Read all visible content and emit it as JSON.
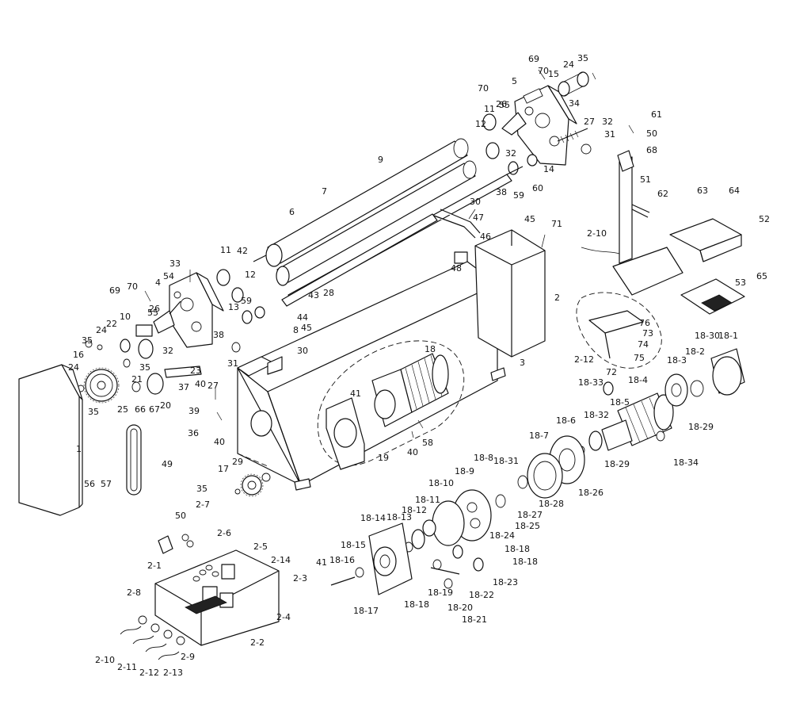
{
  "diagram": {
    "colors": {
      "line": "#111111",
      "background": "#ffffff"
    },
    "callouts": [
      "69",
      "35",
      "24",
      "70",
      "15",
      "5",
      "34",
      "55",
      "70",
      "11",
      "26",
      "12",
      "27",
      "32",
      "61",
      "50",
      "31",
      "68",
      "14",
      "32",
      "9",
      "59",
      "60",
      "51",
      "62",
      "38",
      "30",
      "7",
      "45",
      "71",
      "47",
      "63",
      "64",
      "52",
      "6",
      "46",
      "2-10",
      "48",
      "11",
      "42",
      "12",
      "33",
      "28",
      "4",
      "54",
      "43",
      "70",
      "69",
      "55",
      "2",
      "53",
      "65",
      "10",
      "22",
      "13",
      "59",
      "44",
      "45",
      "38",
      "8",
      "24",
      "35",
      "26",
      "32",
      "30",
      "76",
      "73",
      "74",
      "75",
      "72",
      "2-12",
      "18",
      "18-30",
      "18-1",
      "18-2",
      "18-3",
      "16",
      "31",
      "24",
      "23",
      "35",
      "21",
      "3",
      "27",
      "37",
      "18-33",
      "18-4",
      "41",
      "18-5",
      "18-32",
      "40",
      "39",
      "20",
      "25",
      "66",
      "67",
      "35",
      "58",
      "40",
      "18-29",
      "18-29",
      "18-6",
      "36",
      "1",
      "40",
      "18-34",
      "18-7",
      "19",
      "18-8",
      "18-31",
      "49",
      "18-26",
      "18-28",
      "18-9",
      "29",
      "17",
      "18-27",
      "18-10",
      "56",
      "57",
      "35",
      "18-11",
      "18-25",
      "18-12",
      "18-24",
      "18-13",
      "2-7",
      "18-14",
      "50",
      "2-6",
      "18-18",
      "2-5",
      "18-15",
      "18-18",
      "2-14",
      "41",
      "18-16",
      "2-1",
      "2-3",
      "18-22",
      "18-23",
      "18-19",
      "18-18",
      "18-20",
      "18-17",
      "2-4",
      "2-8",
      "2-9",
      "2-2",
      "18-21",
      "2-10",
      "2-11",
      "2-12",
      "2-13"
    ]
  }
}
